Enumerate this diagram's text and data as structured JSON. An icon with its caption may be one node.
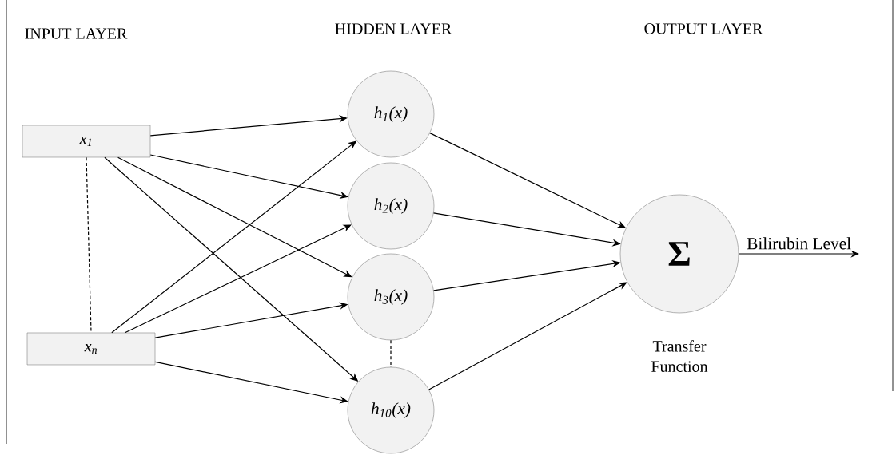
{
  "diagram": {
    "nodes": [
      {
        "text": [
          "x$_{1}$"
        ]
      },
      {
        "text": [
          "x$_{n}$"
        ]
      },
      {
        "text": [
          "h$_{1}$(x)"
        ]
      },
      {
        "text": [
          "h$_{2}$(x)"
        ]
      },
      {
        "text": [
          "h$_{3}$(x)"
        ]
      },
      {
        "text": [
          "h$_{10}$(x)"
        ]
      },
      {
        "text": [
          "Σ"
        ],
        "beside": [
          "Transfer Function"
        ]
      }
    ],
    "edges": [
      {
        "from": 0,
        "to": 2,
        "arrow": "to"
      },
      {
        "from": 0,
        "to": 3,
        "arrow": "to"
      },
      {
        "from": 0,
        "to": 4,
        "arrow": "to"
      },
      {
        "from": 0,
        "to": 5,
        "arrow": "to"
      },
      {
        "from": 1,
        "to": 2,
        "arrow": "to"
      },
      {
        "from": 1,
        "to": 3,
        "arrow": "to"
      },
      {
        "from": 1,
        "to": 4,
        "arrow": "to"
      },
      {
        "from": 1,
        "to": 5,
        "arrow": "to"
      },
      {
        "from": 2,
        "to": 6,
        "arrow": "to"
      },
      {
        "from": 3,
        "to": 6,
        "arrow": "to"
      },
      {
        "from": 4,
        "to": 6,
        "arrow": "to"
      },
      {
        "from": 5,
        "to": 6,
        "arrow": "to"
      },
      {
        "from": 6,
        "to": null,
        "arrow": "to",
        "label": "Bilirubin Level"
      },
      {
        "from": 0,
        "to": 1,
        "arrow": "none",
        "style": "dashed"
      },
      {
        "from": 4,
        "to": 5,
        "arrow": "none",
        "style": "dashed"
      }
    ],
    "labels": [
      "INPUT LAYER",
      "HIDDEN LAYER",
      "OUTPUT LAYER"
    ]
  }
}
